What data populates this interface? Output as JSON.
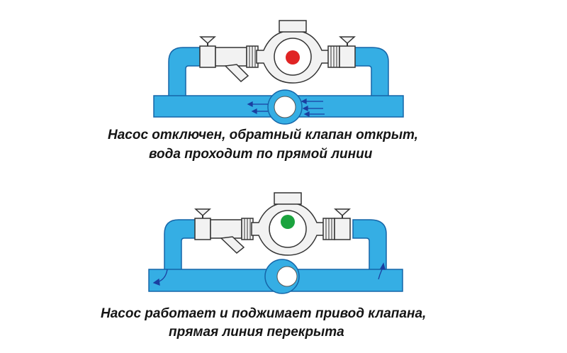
{
  "colors": {
    "pipe": "#35AEE4",
    "pipe_outline": "#1565A8",
    "flow_arrow": "#1B3FA0",
    "indicator_off": "#E02424",
    "indicator_on": "#1BA33E",
    "metal": "#F2F2F2",
    "outline": "#333333"
  },
  "top_panel": {
    "state": "pump-off-check-valve-open",
    "indicator_color": "red",
    "caption": {
      "line1": "Насос отключен, обратный клапан открыт,",
      "line2": "вода проходит по прямой линии"
    }
  },
  "bottom_panel": {
    "state": "pump-on-valve-closed",
    "indicator_color": "green",
    "caption": {
      "line1": "Насос работает и поджимает привод клапана,",
      "line2": "прямая линия перекрыта"
    }
  }
}
